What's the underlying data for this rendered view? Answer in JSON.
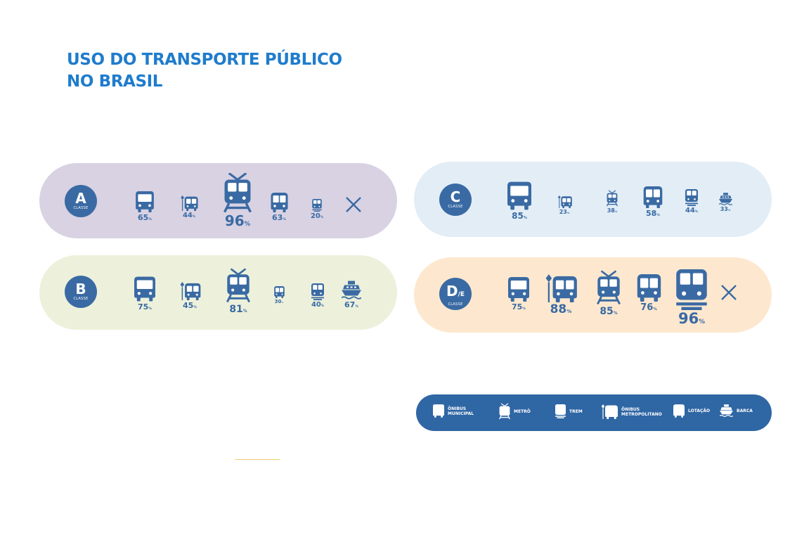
{
  "title": {
    "line1": "USO DO TRANSPORTE PÚBLICO",
    "line2": "NO BRASIL"
  },
  "classes": {
    "a": {
      "letter": "A",
      "suffix": "",
      "label": "CLASSE",
      "color": "#d8d2e3",
      "items": [
        {
          "icon": "bus-icon",
          "value": "65"
        },
        {
          "icon": "metropolitan-bus-icon",
          "value": "44"
        },
        {
          "icon": "metro-icon",
          "value": "96"
        },
        {
          "icon": "minibus-icon",
          "value": "63"
        },
        {
          "icon": "train-icon",
          "value": "20"
        }
      ],
      "cross": "close-icon"
    },
    "b": {
      "letter": "B",
      "suffix": "",
      "label": "CLASSE",
      "color": "#edf1db",
      "items": [
        {
          "icon": "bus-icon",
          "value": "75"
        },
        {
          "icon": "metropolitan-bus-icon",
          "value": "45"
        },
        {
          "icon": "metro-icon",
          "value": "81"
        },
        {
          "icon": "minibus-icon",
          "value": "30"
        },
        {
          "icon": "train-icon",
          "value": "40"
        },
        {
          "icon": "boat-icon",
          "value": "67"
        }
      ]
    },
    "c": {
      "letter": "C",
      "suffix": "",
      "label": "CLASSE",
      "color": "#e2edf6",
      "items": [
        {
          "icon": "bus-icon",
          "value": "85"
        },
        {
          "icon": "metropolitan-bus-icon",
          "value": "23"
        },
        {
          "icon": "metro-icon",
          "value": "38"
        },
        {
          "icon": "minibus-icon",
          "value": "58"
        },
        {
          "icon": "train-icon",
          "value": "44"
        },
        {
          "icon": "boat-icon",
          "value": "33"
        }
      ]
    },
    "d": {
      "letter": "D",
      "suffix": "/E",
      "label": "CLASSE",
      "color": "#fde8cf",
      "items": [
        {
          "icon": "bus-icon",
          "value": "75"
        },
        {
          "icon": "metropolitan-bus-icon",
          "value": "88"
        },
        {
          "icon": "metro-icon",
          "value": "85"
        },
        {
          "icon": "minibus-icon",
          "value": "76"
        },
        {
          "icon": "train-icon",
          "value": "96"
        }
      ],
      "cross": "close-icon"
    }
  },
  "percent_sign": "%",
  "legend": {
    "background": "#2f66a4",
    "items": [
      {
        "icon": "bus-icon",
        "line1": "ÔNIBUS",
        "line2": "MUNICIPAL"
      },
      {
        "icon": "metro-icon",
        "line1": "METRÔ",
        "line2": ""
      },
      {
        "icon": "train-icon",
        "line1": "TREM",
        "line2": ""
      },
      {
        "icon": "metropolitan-bus-icon",
        "line1": "ÔNIBUS",
        "line2": "METROPOLITANO"
      },
      {
        "icon": "minibus-icon",
        "line1": "LOTAÇÃO",
        "line2": ""
      },
      {
        "icon": "boat-icon",
        "line1": "BARCA",
        "line2": ""
      }
    ]
  },
  "colors": {
    "accent": "#3a6aa3",
    "title": "#1f7ccc"
  }
}
